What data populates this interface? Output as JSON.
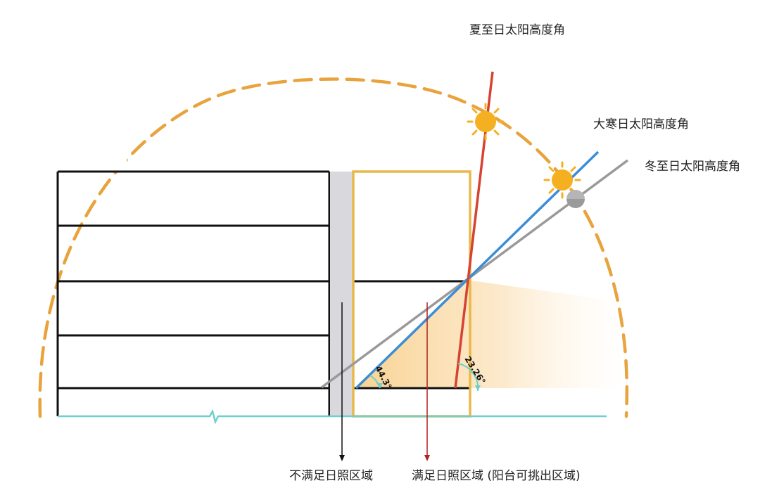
{
  "labels": {
    "summer_solstice": "夏至日太阳高度角",
    "major_cold": "大寒日太阳高度角",
    "winter_solstice": "冬至日太阳高度角",
    "unsatisfied_zone": "不满足日照区域",
    "satisfied_zone": "满足日照区域 (阳台可挑出区域)"
  },
  "angles": {
    "major_cold_value": "44.3°",
    "summer_offset_value": "23.26°"
  },
  "colors": {
    "arc": "#E8A33C",
    "summer_ray": "#D64330",
    "major_cold_ray": "#3C8DD6",
    "winter_ray": "#9A9A9A",
    "sun": "#F5B021",
    "ground": "#6FCFCB",
    "balcony_frame": "#E8B94A",
    "wall_gray": "#D9D9DD",
    "arrow_black": "#111111",
    "arrow_red": "#B51F1F"
  },
  "icons": {
    "sun": "sun-icon",
    "winter_sun": "half-sun-icon"
  }
}
